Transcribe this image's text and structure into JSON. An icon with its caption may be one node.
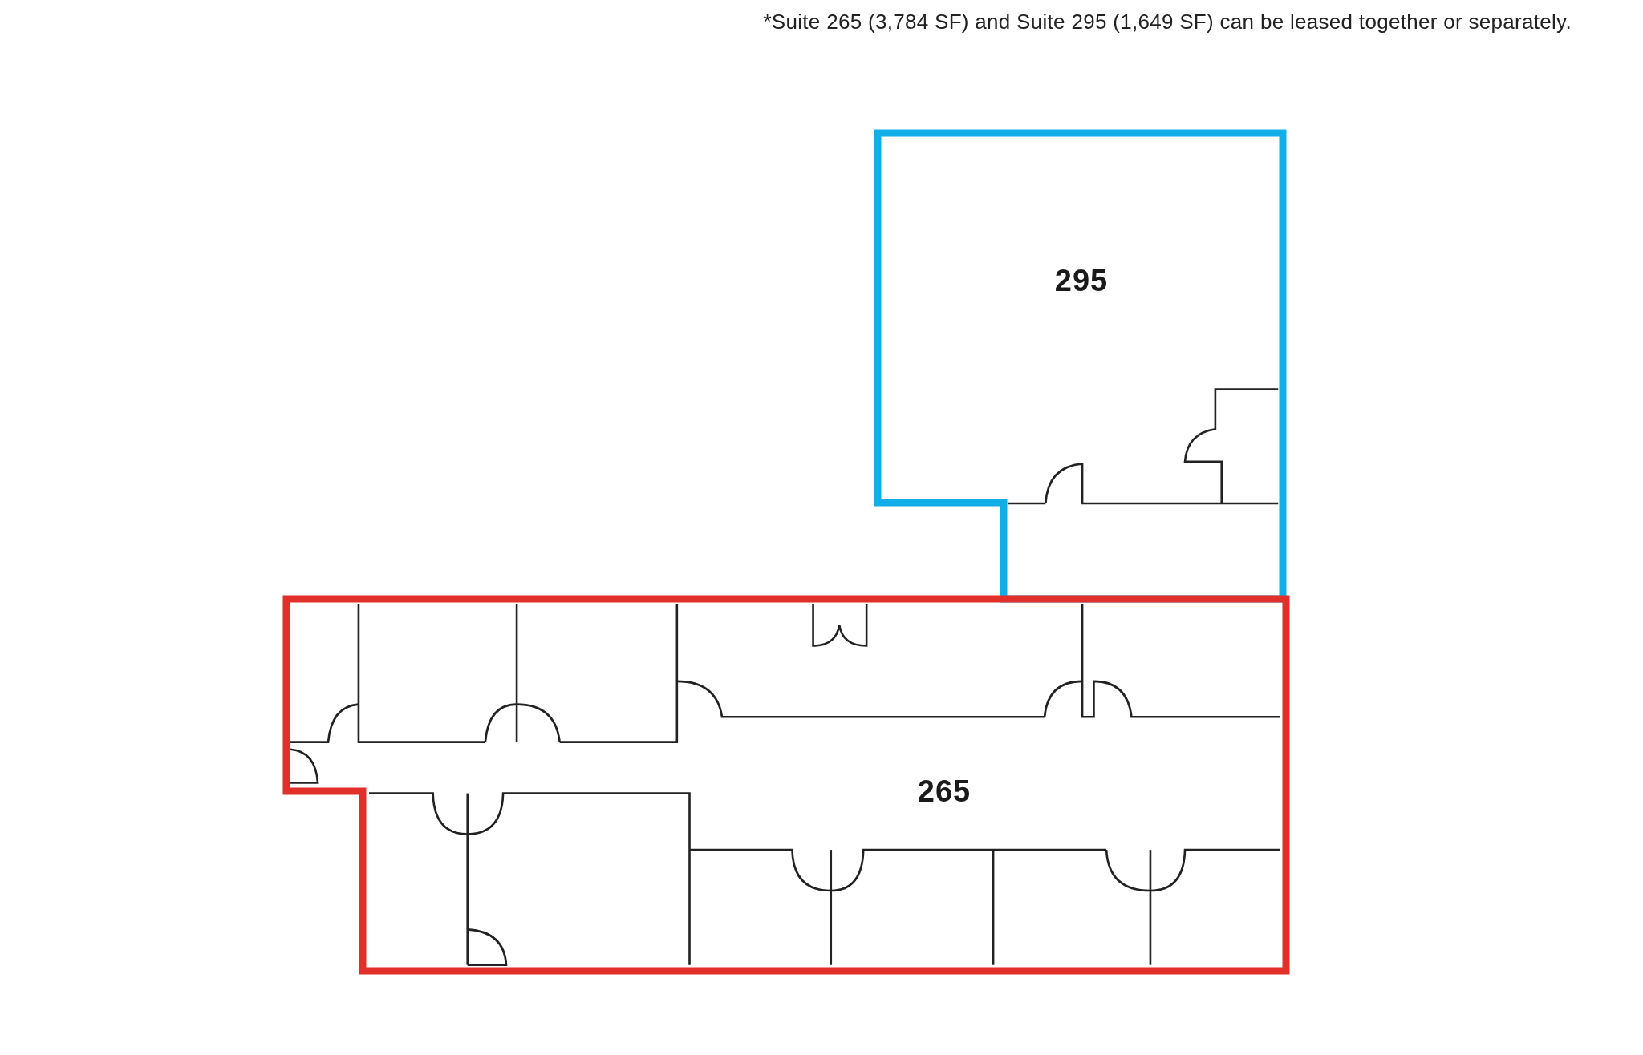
{
  "diagram": {
    "nodes": [
      {
        "text": [
          "295"
        ]
      },
      {
        "text": [
          "265"
        ]
      }
    ],
    "labels": [
      "*Suite 265 (3,784 SF) and Suite 295 (1,649 SF) can be leased together or separately."
    ]
  }
}
